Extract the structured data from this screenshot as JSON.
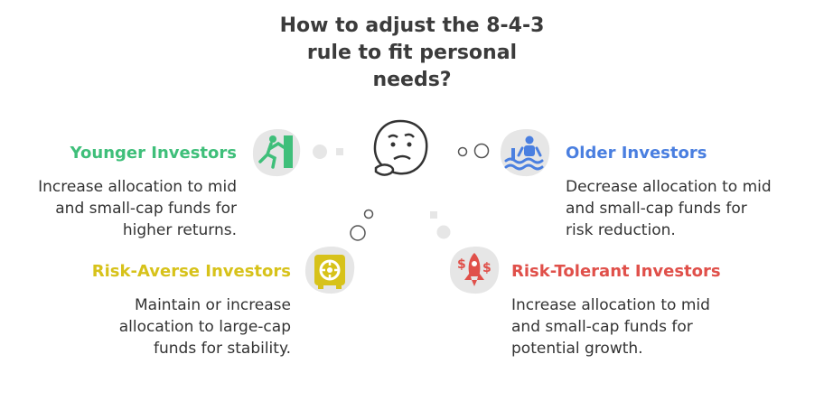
{
  "title": "How to adjust the 8-4-3\nrule to fit personal\nneeds?",
  "colors": {
    "young": "#3fbf7a",
    "older": "#4a7fe0",
    "averse": "#d7c21a",
    "tolerant": "#e0504a",
    "bubble": "#e6e6e6",
    "ink": "#333333"
  },
  "icons": {
    "center": "thinking-face-icon",
    "young": "climber-icon",
    "older": "swimmer-icon",
    "averse": "safe-vault-icon",
    "tolerant": "rocket-money-icon"
  },
  "segments": {
    "young": {
      "heading": "Younger Investors",
      "text": "Increase allocation to mid\nand small-cap funds for\nhigher returns."
    },
    "older": {
      "heading": "Older Investors",
      "text": "Decrease allocation to mid\nand small-cap funds for\nrisk reduction."
    },
    "averse": {
      "heading": "Risk-Averse Investors",
      "text": "Maintain or increase\nallocation to large-cap\nfunds for stability."
    },
    "tolerant": {
      "heading": "Risk-Tolerant Investors",
      "text": "Increase allocation to mid\nand small-cap funds for\npotential growth."
    }
  }
}
